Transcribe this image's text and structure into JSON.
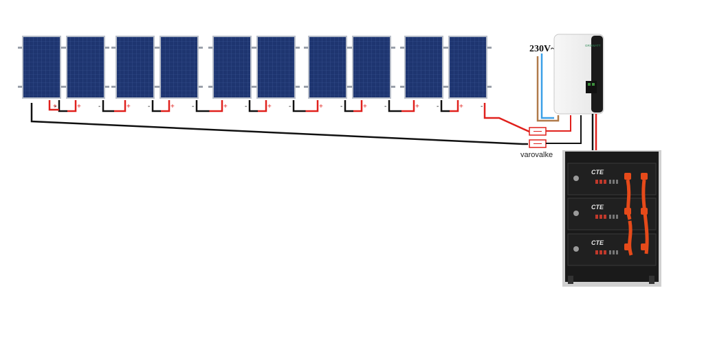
{
  "diagram": {
    "panels": {
      "count": 10,
      "polarity_plus": "+",
      "polarity_minus": "-"
    },
    "inverter": {
      "ac_output_label": "230V~",
      "brand_label": "GROWATT"
    },
    "fuse_box": {
      "label": "varovalke"
    },
    "battery": {
      "modules": 3,
      "brand_mark": "CTE"
    },
    "colors": {
      "panel_blue": "#1e3570",
      "panel_frame": "#b9bfca",
      "wire_positive": "#e0201c",
      "wire_negative": "#111111",
      "ac_line_blue": "#3aa0e8",
      "ac_line_brown": "#b07a4a",
      "battery_body": "#1a1a1a",
      "battery_connector": "#e64a1a"
    }
  }
}
